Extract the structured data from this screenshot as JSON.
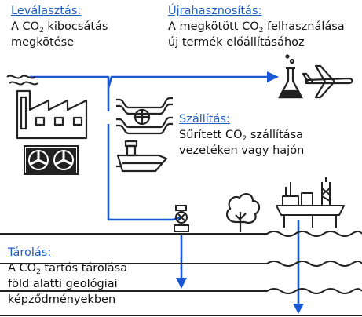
{
  "capture": {
    "title": "Leválasztás:",
    "line1_a": "A CO",
    "line1_sub": "2",
    "line1_b": " kibocsátás",
    "line2": "megkötése"
  },
  "reuse": {
    "title": "Újrahasznosítás:",
    "line1_a": "A megkötött CO",
    "line1_sub": "2",
    "line1_b": " felhasználása",
    "line2": "új termék előállításához"
  },
  "transport": {
    "title": "Szállítás:",
    "line1_a": "Sűrített CO",
    "line1_sub": "2",
    "line1_b": " szállítása",
    "line2": "vezetéken vagy hajón"
  },
  "storage": {
    "title": "Tárolás:",
    "line1_a": "A CO",
    "line1_sub": "2",
    "line1_b": " tartós tárolása",
    "line2": "föld alatti geológiai",
    "line3": "képződményekben"
  },
  "icons": [
    "factory-icon",
    "fan-unit-icon",
    "flask-icon",
    "airplane-icon",
    "pipeline-icon",
    "ship-icon",
    "valve-icon",
    "tree-icon",
    "offshore-platform-icon"
  ],
  "colors": {
    "flow": "#1a57d6",
    "heading": "#1f5fbf",
    "icon": "#222222"
  }
}
